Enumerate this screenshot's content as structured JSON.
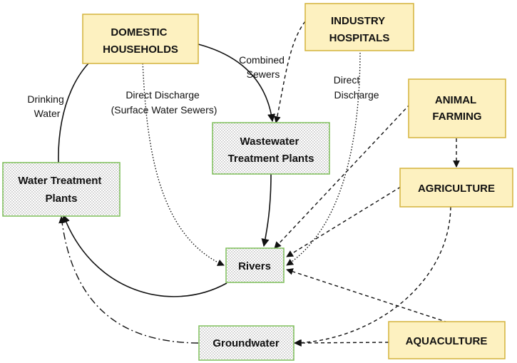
{
  "nodes": {
    "domestic": [
      "DOMESTIC",
      "HOUSEHOLDS"
    ],
    "industry": [
      "INDUSTRY",
      "HOSPITALS"
    ],
    "animal": [
      "ANIMAL",
      "FARMING"
    ],
    "agriculture": [
      "AGRICULTURE"
    ],
    "aquaculture": [
      "AQUACULTURE"
    ],
    "wwtp": [
      "Wastewater",
      "Treatment Plants"
    ],
    "wtp": [
      "Water Treatment",
      "Plants"
    ],
    "rivers": [
      "Rivers"
    ],
    "groundwater": [
      "Groundwater"
    ]
  },
  "edge_labels": {
    "drinking": [
      "Drinking",
      "Water"
    ],
    "direct_surface": [
      "Direct Discharge",
      "(Surface Water Sewers)"
    ],
    "combined": [
      "Combined",
      "Sewers"
    ],
    "direct_industry": [
      "Direct",
      "Discharge"
    ]
  },
  "colors": {
    "source_fill": "#fdf1c0",
    "source_border": "#d4b33c",
    "sink_border": "#7fbf5a",
    "line": "#111111"
  }
}
